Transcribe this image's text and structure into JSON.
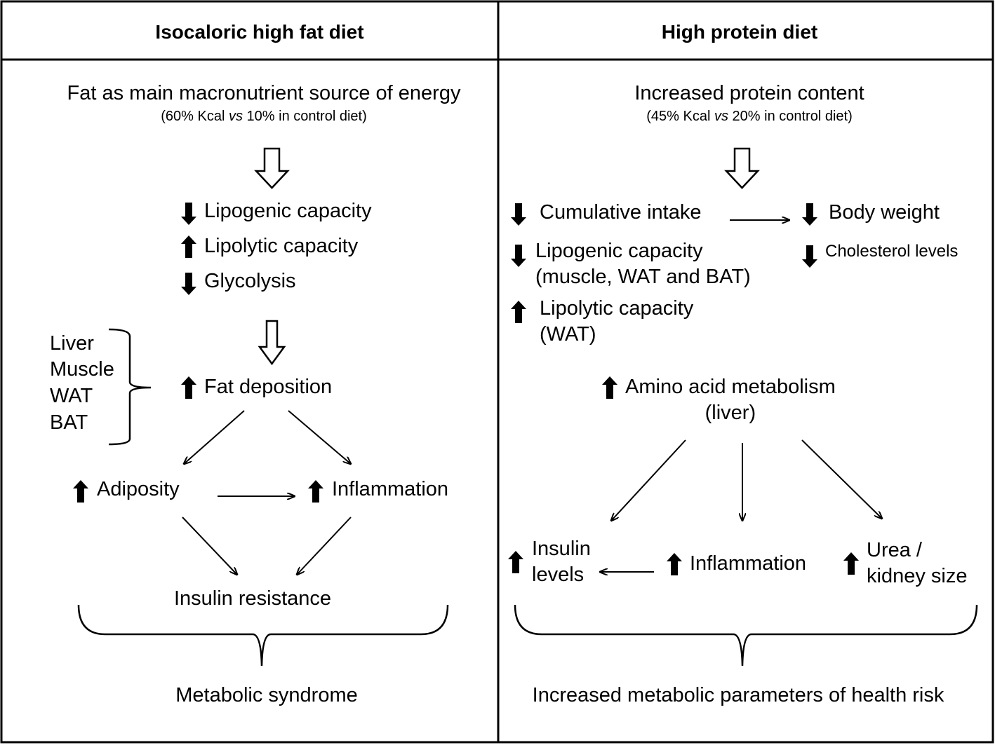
{
  "left_panel": {
    "header": "Isocaloric high fat diet",
    "intro_title": "Fat as main macronutrient source of energy",
    "intro_sub_pre": "(60% Kcal ",
    "intro_sub_vs": "vs",
    "intro_sub_post": " 10% in control diet)",
    "effects": [
      {
        "direction": "down",
        "label": "Lipogenic capacity"
      },
      {
        "direction": "up",
        "label": "Lipolytic capacity"
      },
      {
        "direction": "down",
        "label": "Glycolysis"
      }
    ],
    "tissues": [
      "Liver",
      "Muscle",
      "WAT",
      "BAT"
    ],
    "fat_deposition": {
      "direction": "up",
      "label": "Fat deposition"
    },
    "adiposity": {
      "direction": "up",
      "label": "Adiposity"
    },
    "inflammation": {
      "direction": "up",
      "label": "Inflammation"
    },
    "insulin_resistance": "Insulin resistance",
    "outcome": "Metabolic syndrome"
  },
  "right_panel": {
    "header": "High protein diet",
    "intro_title": "Increased protein content",
    "intro_sub_pre": "(45% Kcal ",
    "intro_sub_vs": "vs",
    "intro_sub_post": " 20% in control diet)",
    "cumulative_intake": {
      "direction": "down",
      "label": "Cumulative intake"
    },
    "body_weight": {
      "direction": "down",
      "label": "Body weight"
    },
    "lipogenic": {
      "direction": "down",
      "line1": "Lipogenic capacity",
      "line2": "(muscle, WAT and BAT)"
    },
    "cholesterol": {
      "direction": "down",
      "label": "Cholesterol levels"
    },
    "lipolytic": {
      "direction": "up",
      "line1": "Lipolytic capacity",
      "line2": "(WAT)"
    },
    "amino_acid": {
      "direction": "up",
      "line1": "Amino acid metabolism",
      "line2": "(liver)"
    },
    "insulin_levels": {
      "direction": "up",
      "line1": "Insulin",
      "line2": "levels"
    },
    "inflammation": {
      "direction": "up",
      "label": "Inflammation"
    },
    "urea": {
      "direction": "up",
      "line1": "Urea /",
      "line2": "kidney size"
    },
    "outcome": "Increased metabolic parameters of health risk"
  }
}
